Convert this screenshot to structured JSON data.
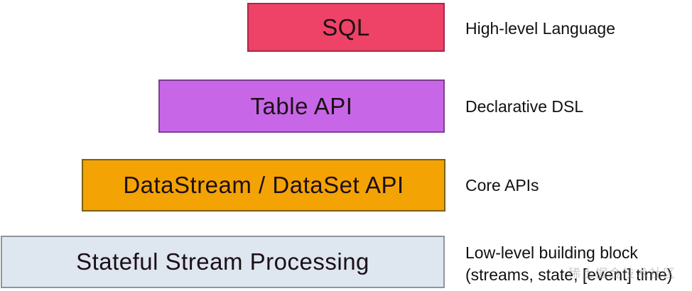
{
  "diagram": {
    "background": "#ffffff",
    "layers": [
      {
        "label": "SQL",
        "note": "High-level Language",
        "fill": "#ee4266",
        "border": "#a7284a"
      },
      {
        "label": "Table API",
        "note": "Declarative DSL",
        "fill": "#c767e8",
        "border": "#7c3f8e"
      },
      {
        "label": "DataStream / DataSet API",
        "note": "Core APIs",
        "fill": "#f4a304",
        "border": "#7d6004"
      },
      {
        "label": "Stateful Stream Processing",
        "note": "Low-level building block",
        "note2": "(streams, state, [event] time)",
        "fill": "#dee6f0",
        "border": "#8f959c"
      }
    ],
    "watermark": "稀土掘金技术社区"
  }
}
